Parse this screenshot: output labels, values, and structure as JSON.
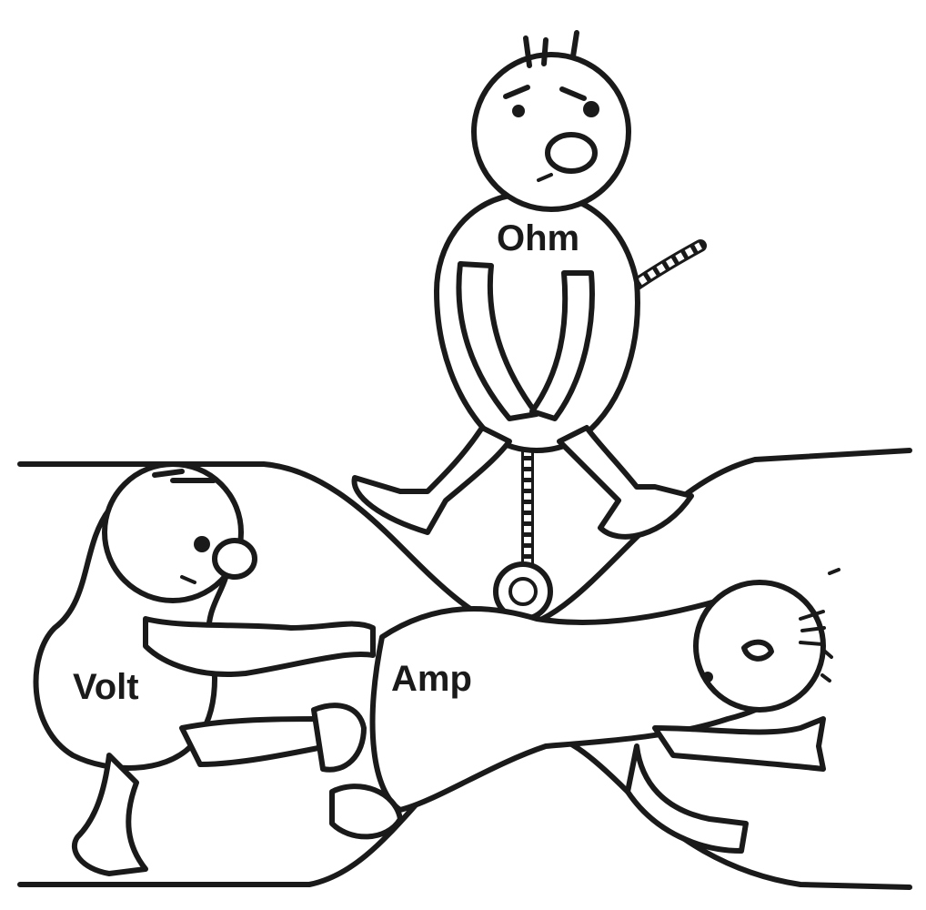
{
  "labels": {
    "ohm": "Ohm",
    "volt": "Volt",
    "amp": "Amp"
  },
  "colors": {
    "ink": "#1a1a1a",
    "background": "#ffffff"
  }
}
